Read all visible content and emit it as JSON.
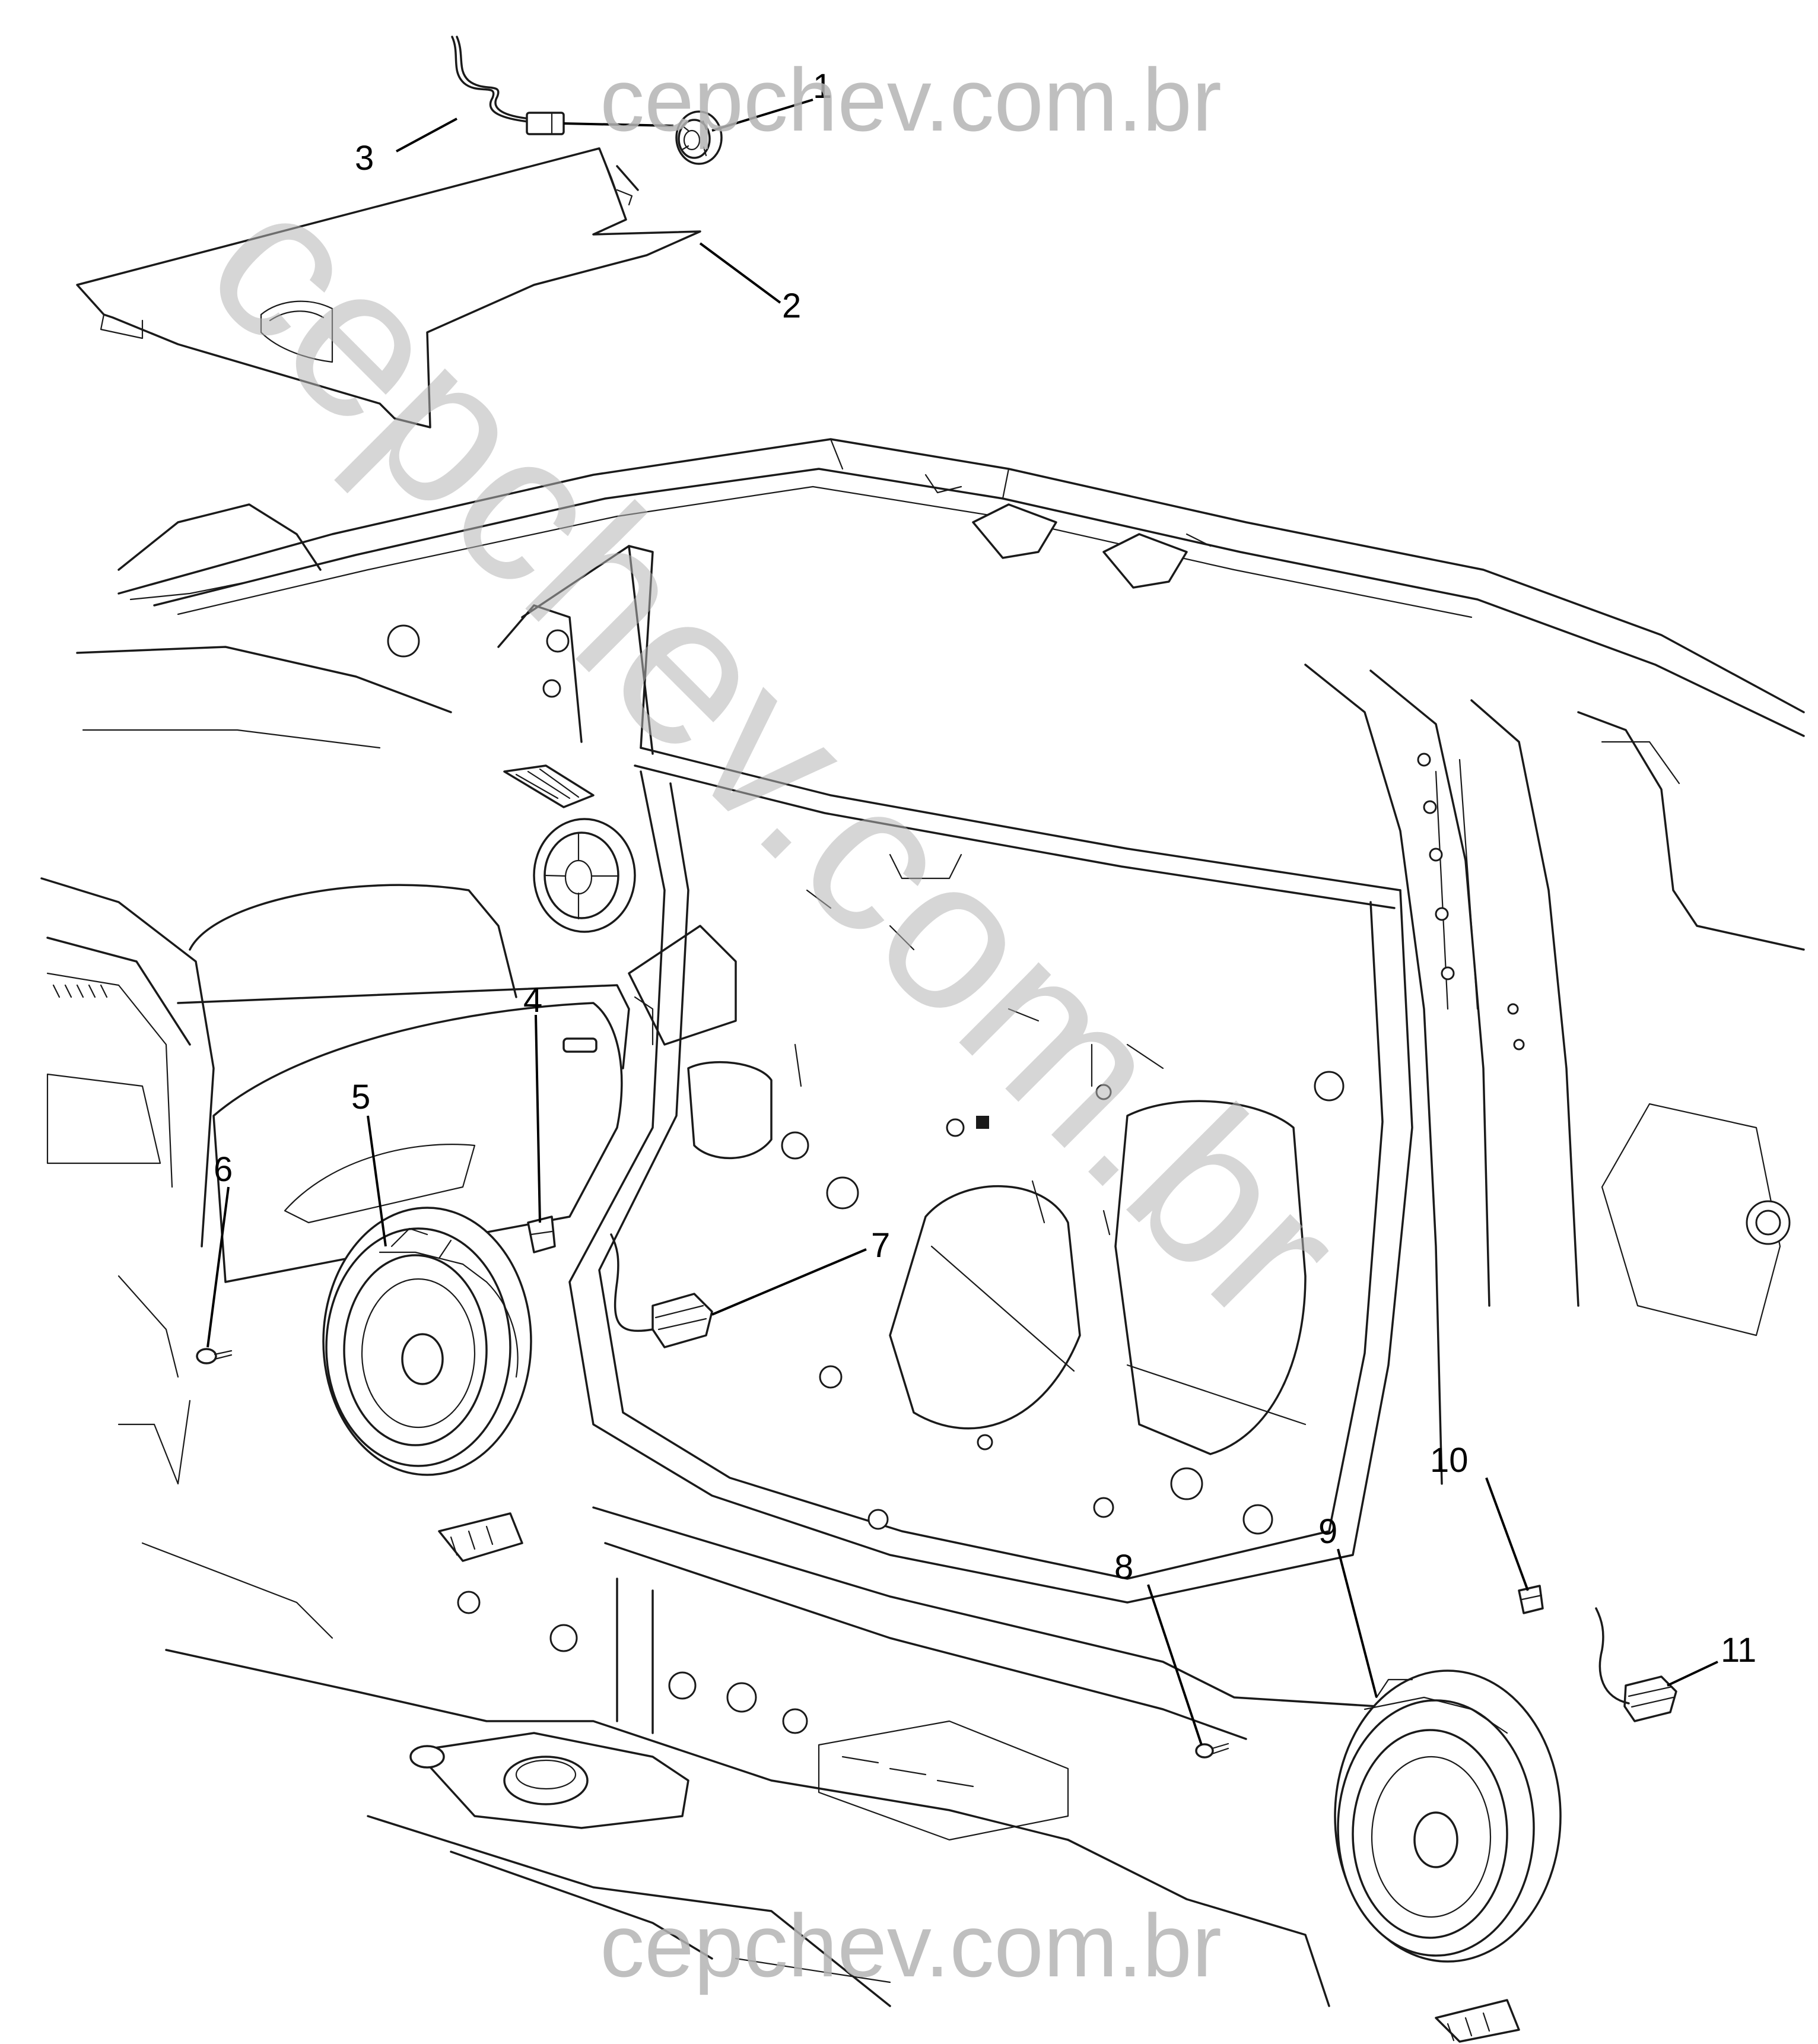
{
  "diagram": {
    "watermarks": {
      "top": "cepchev.com.br",
      "bottom": "cepchev.com.br",
      "diagonal": "cepchev.com.br"
    },
    "callouts": [
      "1",
      "2",
      "3",
      "4",
      "5",
      "6",
      "7",
      "8",
      "9",
      "10",
      "11"
    ]
  }
}
